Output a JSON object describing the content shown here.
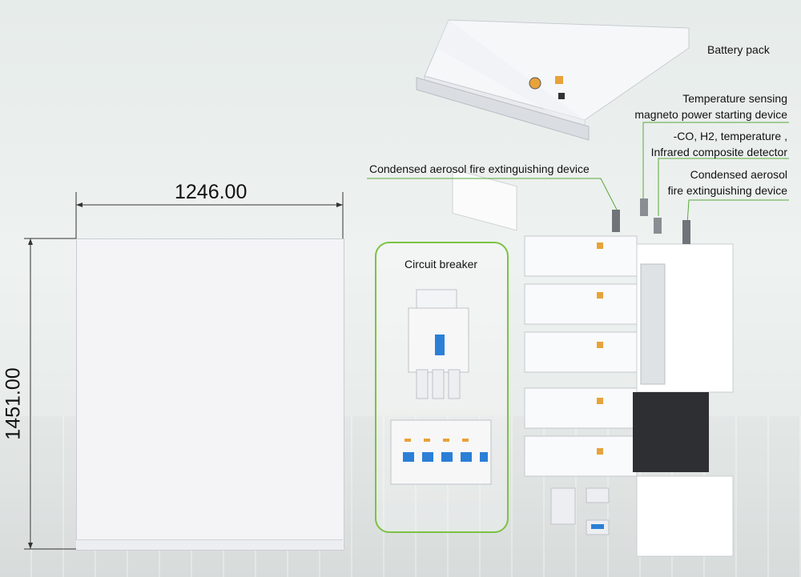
{
  "dimensions": {
    "width": "1246.00",
    "height": "1451.00"
  },
  "labels": {
    "battery_pack": "Battery pack",
    "temp_sensing_line1": "Temperature sensing",
    "temp_sensing_line2": "magneto power starting device",
    "detector_line1": "-CO, H2, temperature ,",
    "detector_line2": "Infrared composite detector",
    "aerosol_left": "Condensed aerosol fire extinguishing device",
    "aerosol_right_line1": "Condensed aerosol",
    "aerosol_right_line2": "fire extinguishing device",
    "circuit_breaker": "Circuit breaker"
  },
  "colors": {
    "accent_green": "#7cc242",
    "leader_green": "#5aa83a"
  }
}
